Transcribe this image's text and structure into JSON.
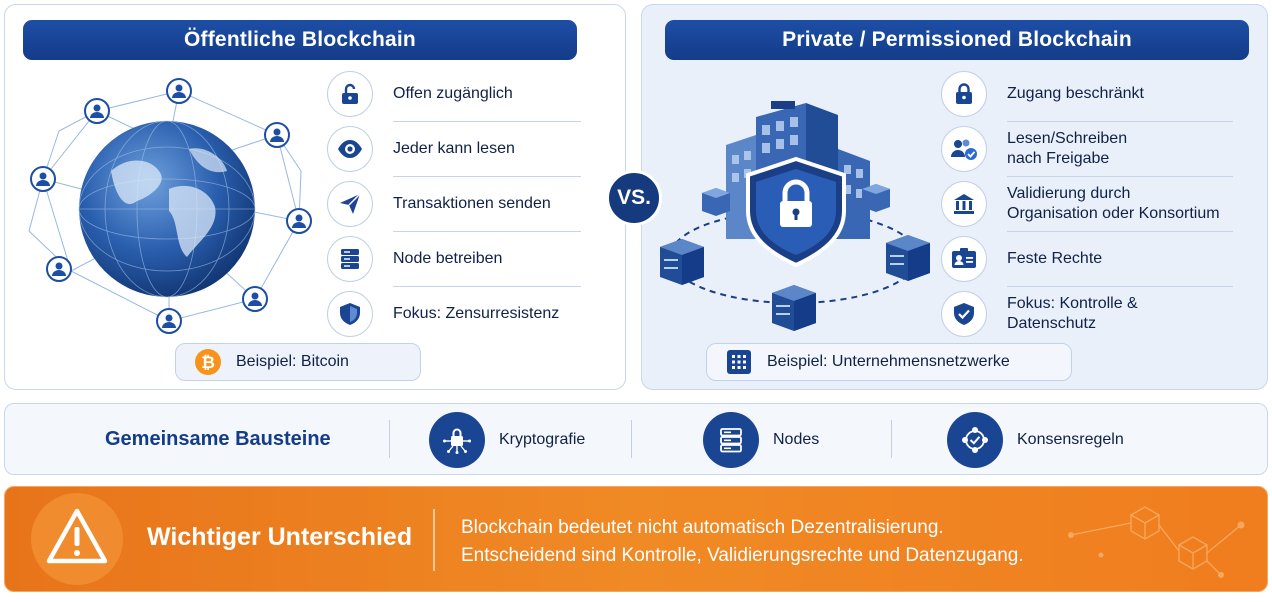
{
  "public": {
    "title": "Öffentliche Blockchain",
    "features": [
      {
        "icon": "unlock-icon",
        "lines": [
          "Offen zugänglich"
        ]
      },
      {
        "icon": "eye-icon",
        "lines": [
          "Jeder kann lesen"
        ]
      },
      {
        "icon": "send-icon",
        "lines": [
          "Transaktionen senden"
        ]
      },
      {
        "icon": "server-icon",
        "lines": [
          "Node betreiben"
        ]
      },
      {
        "icon": "shield-icon",
        "lines": [
          "Fokus: Zensurresistenz"
        ]
      }
    ],
    "example": {
      "icon": "bitcoin-icon",
      "label": "Beispiel: Bitcoin"
    }
  },
  "vs_label": "VS.",
  "private": {
    "title": "Private / Permissioned Blockchain",
    "features": [
      {
        "icon": "lock-icon",
        "lines": [
          "Zugang beschränkt"
        ]
      },
      {
        "icon": "users-check-icon",
        "lines": [
          "Lesen/Schreiben",
          "nach Freigabe"
        ]
      },
      {
        "icon": "bank-icon",
        "lines": [
          "Validierung durch",
          "Organisation oder Konsortium"
        ]
      },
      {
        "icon": "id-card-icon",
        "lines": [
          "Feste Rechte"
        ]
      },
      {
        "icon": "shield-check-icon",
        "lines": [
          "Fokus: Kontrolle &",
          "Datenschutz"
        ]
      }
    ],
    "example": {
      "icon": "building-icon",
      "label": "Beispiel: Unternehmensnetzwerke"
    }
  },
  "shared": {
    "title": "Gemeinsame Bausteine",
    "items": [
      {
        "icon": "crypto-lock-icon",
        "label": "Kryptografie"
      },
      {
        "icon": "server-stack-icon",
        "label": "Nodes"
      },
      {
        "icon": "consensus-icon",
        "label": "Konsensregeln"
      }
    ]
  },
  "warning": {
    "icon": "warning-icon",
    "title": "Wichtiger Unterschied",
    "lines": [
      "Blockchain bedeutet nicht automatisch Dezentralisierung.",
      "Entscheidend sind Kontrolle, Validierungsrechte und Datenzugang."
    ]
  },
  "colors": {
    "navy": "#143c88",
    "orange": "#f08a25",
    "panel_tint": "#e9f0fa"
  }
}
